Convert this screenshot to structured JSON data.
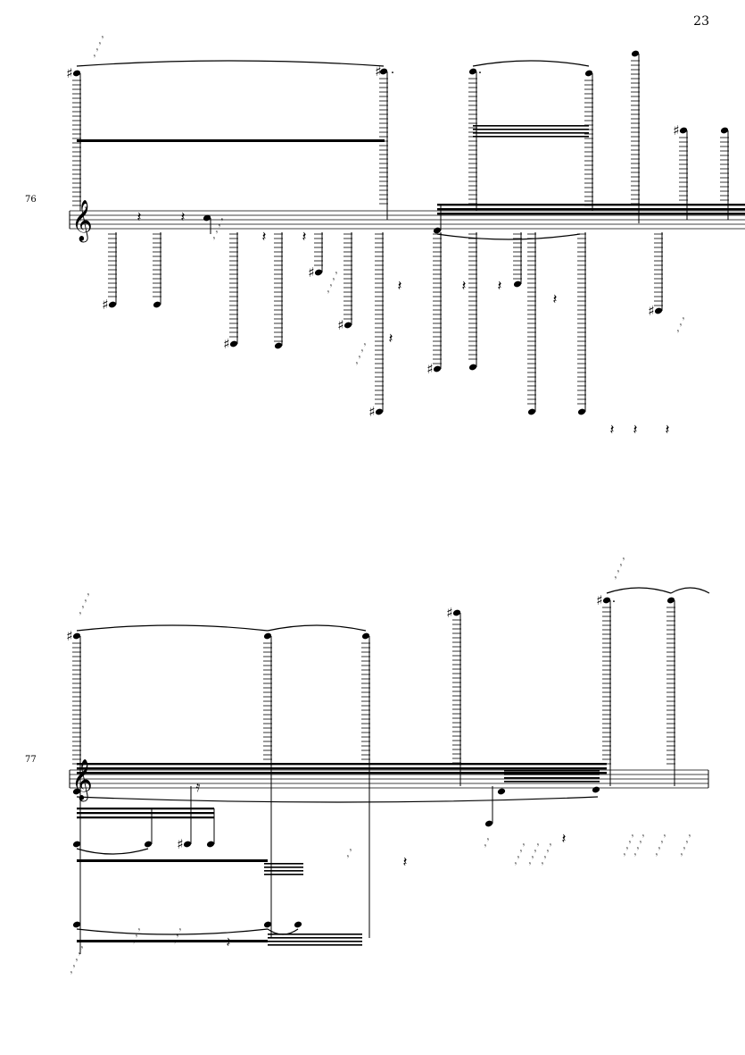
{
  "page": {
    "number": "23"
  },
  "systems": [
    {
      "measure_number": "76",
      "clef": "treble"
    },
    {
      "measure_number": "77",
      "clef": "treble"
    }
  ],
  "glyphs": {
    "sharp": "♯",
    "rest": "𝄽",
    "eighth_rest": "𝄾",
    "treble_clef": "𝄞",
    "flag": "𝄿"
  }
}
